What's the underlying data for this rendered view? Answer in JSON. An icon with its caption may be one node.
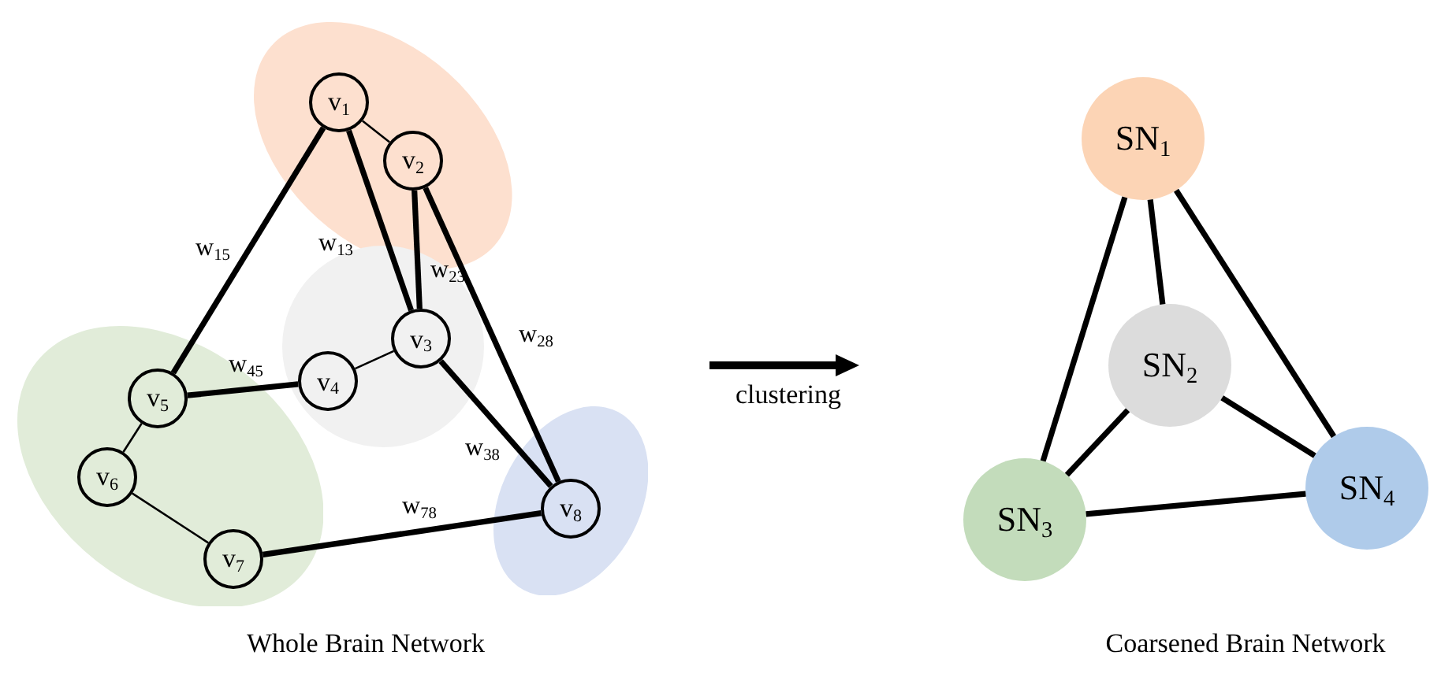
{
  "diagram": {
    "nodes": [
      {
        "text": [],
        "shape": "ellipse"
      },
      {
        "text": [
          "v$_{1}$"
        ],
        "in": 0
      },
      {
        "text": [
          "v$_{2}$"
        ],
        "in": 0
      },
      {
        "text": [],
        "shape": "circle"
      },
      {
        "text": [
          "v$_{3}$"
        ],
        "in": 3
      },
      {
        "text": [
          "v$_{4}$"
        ],
        "in": 3
      },
      {
        "text": [],
        "shape": "ellipse"
      },
      {
        "text": [
          "v$_{5}$"
        ],
        "in": 6
      },
      {
        "text": [
          "v$_{6}$"
        ],
        "in": 6
      },
      {
        "text": [
          "v$_{7}$"
        ],
        "in": 6
      },
      {
        "text": [],
        "shape": "ellipse"
      },
      {
        "text": [
          "v$_{8}$"
        ],
        "in": 10
      },
      {
        "text": [
          "SN$_{1}$"
        ]
      },
      {
        "text": [
          "SN$_{2}$"
        ]
      },
      {
        "text": [
          "SN$_{3}$"
        ]
      },
      {
        "text": [
          "SN$_{4}$"
        ]
      }
    ],
    "edges": [
      {
        "from": 1,
        "to": 2,
        "arrow": "none"
      },
      {
        "from": 1,
        "to": 7,
        "arrow": "none",
        "label": "w$_{15}$"
      },
      {
        "from": 1,
        "to": 4,
        "arrow": "none",
        "label": "w$_{13}$"
      },
      {
        "from": 2,
        "to": 4,
        "arrow": "none",
        "label": "w$_{23}$"
      },
      {
        "from": 2,
        "to": 11,
        "arrow": "none",
        "label": "w$_{28}$"
      },
      {
        "from": 4,
        "to": 5,
        "arrow": "none"
      },
      {
        "from": 5,
        "to": 7,
        "arrow": "none",
        "label": "w$_{45}$"
      },
      {
        "from": 7,
        "to": 8,
        "arrow": "none"
      },
      {
        "from": 8,
        "to": 9,
        "arrow": "none"
      },
      {
        "from": 4,
        "to": 11,
        "arrow": "none",
        "label": "w$_{38}$"
      },
      {
        "from": 9,
        "to": 11,
        "arrow": "none",
        "label": "w$_{78}$"
      },
      {
        "from": 12,
        "to": 14,
        "arrow": "none"
      },
      {
        "from": 12,
        "to": 13,
        "arrow": "none"
      },
      {
        "from": 12,
        "to": 15,
        "arrow": "none"
      },
      {
        "from": 13,
        "to": 14,
        "arrow": "none"
      },
      {
        "from": 13,
        "to": 15,
        "arrow": "none"
      },
      {
        "from": 14,
        "to": 15,
        "arrow": "none"
      }
    ],
    "labels": [
      "clustering",
      "Whole Brain Network",
      "Coarsened Brain Network"
    ]
  }
}
